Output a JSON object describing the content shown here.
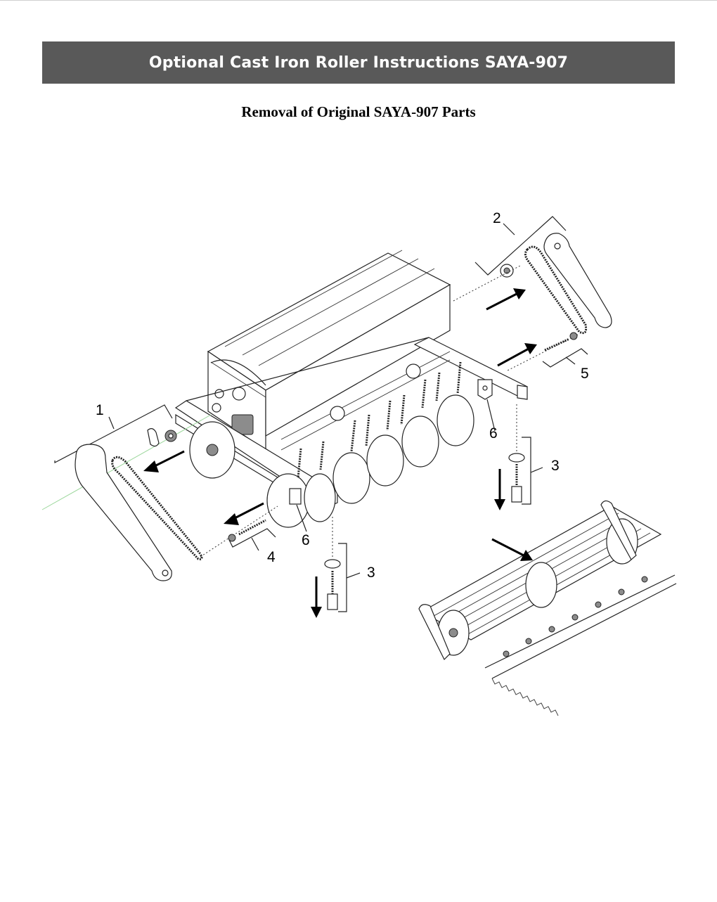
{
  "header": {
    "title": "Optional Cast Iron Roller Instructions SAYA-907"
  },
  "subtitle": "Removal of Original SAYA-907 Parts",
  "callouts": {
    "c1": "1",
    "c2": "2",
    "c3a": "3",
    "c3b": "3",
    "c4": "4",
    "c5": "5",
    "c6a": "6",
    "c6b": "6"
  },
  "colors": {
    "header_bg": "#595959",
    "header_text": "#ffffff"
  }
}
